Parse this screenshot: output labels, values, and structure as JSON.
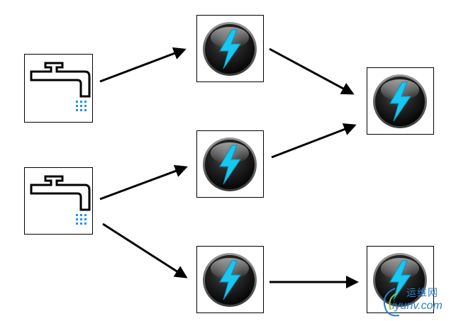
{
  "diagram": {
    "nodes": [
      {
        "id": "faucet-1",
        "kind": "faucet-icon"
      },
      {
        "id": "faucet-2",
        "kind": "faucet-icon"
      },
      {
        "id": "power-1",
        "kind": "lightning-bolt-icon"
      },
      {
        "id": "power-2",
        "kind": "lightning-bolt-icon"
      },
      {
        "id": "power-3",
        "kind": "lightning-bolt-icon"
      },
      {
        "id": "power-4",
        "kind": "lightning-bolt-icon"
      },
      {
        "id": "power-5",
        "kind": "lightning-bolt-icon"
      }
    ],
    "edges": [
      {
        "from": "faucet-1",
        "to": "power-1"
      },
      {
        "from": "faucet-2",
        "to": "power-2"
      },
      {
        "from": "faucet-2",
        "to": "power-3"
      },
      {
        "from": "power-1",
        "to": "power-4"
      },
      {
        "from": "power-2",
        "to": "power-4"
      },
      {
        "from": "power-3",
        "to": "power-5"
      }
    ],
    "colors": {
      "faucet_stroke": "#000000",
      "water_drops": "#1e90ff",
      "bolt": "#18c8f0",
      "orb": "#1a1a1a",
      "arrow": "#000000"
    }
  },
  "watermark": {
    "cn": "运维网",
    "en": "iyunv.com"
  }
}
